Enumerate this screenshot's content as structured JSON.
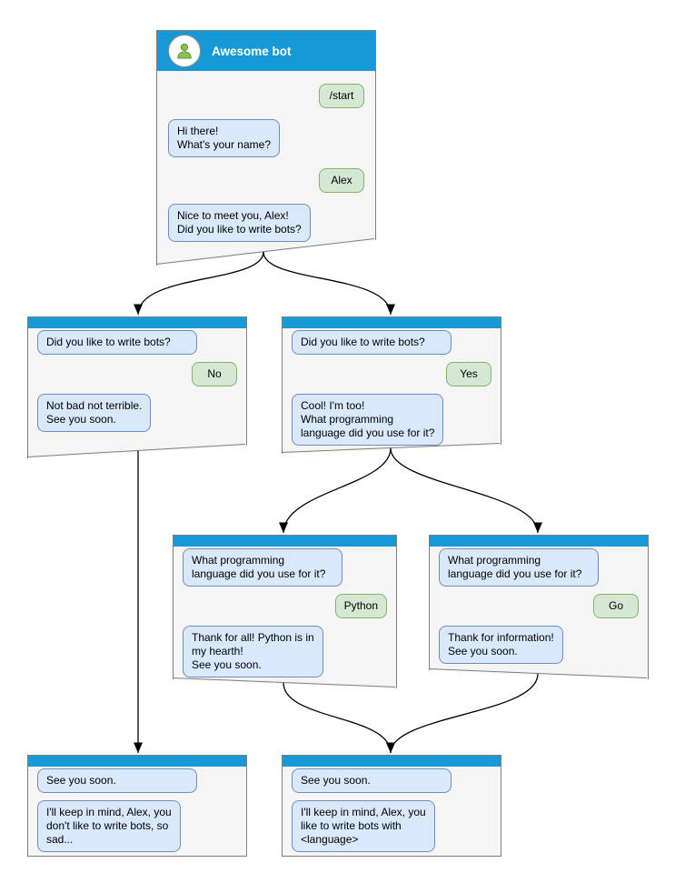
{
  "windows": {
    "root": {
      "title": "Awesome bot",
      "messages": [
        {
          "from": "user",
          "text": "/start"
        },
        {
          "from": "bot",
          "text": "Hi there!\nWhat's your name?"
        },
        {
          "from": "user",
          "text": "Alex"
        },
        {
          "from": "bot",
          "text": "Nice to meet you, Alex!\nDid you like to write bots?"
        }
      ]
    },
    "branch_no": {
      "messages": [
        {
          "from": "bot",
          "text": "Did you like to write bots?"
        },
        {
          "from": "user",
          "text": "No"
        },
        {
          "from": "bot",
          "text": "Not bad not terrible.\nSee you soon."
        }
      ]
    },
    "branch_yes": {
      "messages": [
        {
          "from": "bot",
          "text": "Did you like to write bots?"
        },
        {
          "from": "user",
          "text": "Yes"
        },
        {
          "from": "bot",
          "text": "Cool! I'm too!\nWhat programming\nlanguage did you use for it?"
        }
      ]
    },
    "branch_python": {
      "messages": [
        {
          "from": "bot",
          "text": "What programming\nlanguage did you use for it?"
        },
        {
          "from": "user",
          "text": "Python"
        },
        {
          "from": "bot",
          "text": "Thank for all! Python is in\nmy hearth!\nSee you soon."
        }
      ]
    },
    "branch_go": {
      "messages": [
        {
          "from": "bot",
          "text": "What programming\nlanguage did you use for it?"
        },
        {
          "from": "user",
          "text": "Go"
        },
        {
          "from": "bot",
          "text": "Thank for information!\nSee you soon."
        }
      ]
    },
    "end_no": {
      "messages": [
        {
          "from": "bot",
          "text": "See you soon."
        },
        {
          "from": "bot",
          "text": "I'll keep in mind, Alex, you\ndon't like to write bots, so\nsad..."
        }
      ]
    },
    "end_language": {
      "messages": [
        {
          "from": "bot",
          "text": "See you soon."
        },
        {
          "from": "bot",
          "text": "I'll keep in mind, Alex, you\nlike to write bots with\n<language>"
        }
      ]
    }
  },
  "colors": {
    "titlebar": "#1799d6",
    "window_bg": "#f5f5f5",
    "window_border": "#7f7f7f",
    "bot_bubble_bg": "#dae8fc",
    "bot_bubble_border": "#6c8ebf",
    "user_bubble_bg": "#d5e8d4",
    "user_bubble_border": "#82b366",
    "avatar_person": "#8bc34a",
    "connector": "#000000"
  }
}
